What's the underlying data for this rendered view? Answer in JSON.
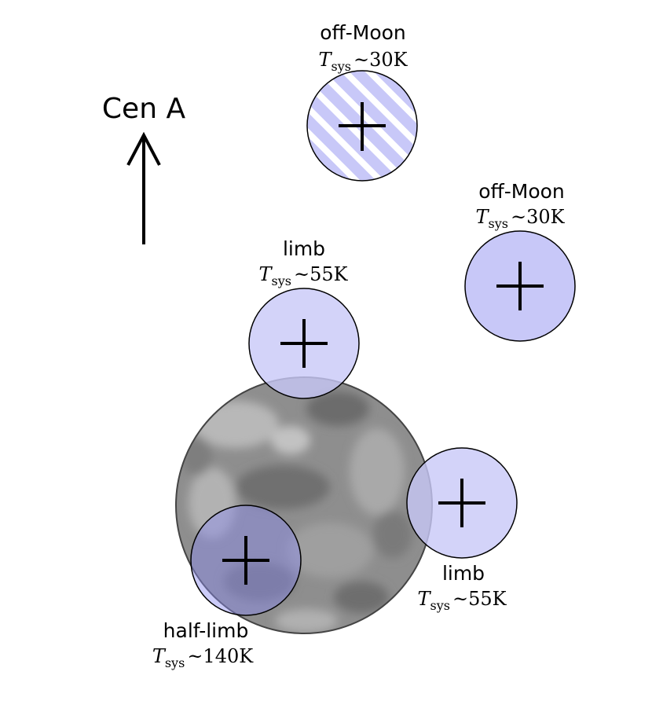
{
  "direction": {
    "label": "Cen A"
  },
  "pointings": [
    {
      "id": "off-moon-hatched",
      "name": "off-Moon",
      "tsys_symbol": "T",
      "tsys_sub": "sys",
      "tsys_value": "~30K"
    },
    {
      "id": "off-moon",
      "name": "off-Moon",
      "tsys_symbol": "T",
      "tsys_sub": "sys",
      "tsys_value": "~30K"
    },
    {
      "id": "limb-top",
      "name": "limb",
      "tsys_symbol": "T",
      "tsys_sub": "sys",
      "tsys_value": "~55K"
    },
    {
      "id": "limb-right",
      "name": "limb",
      "tsys_symbol": "T",
      "tsys_sub": "sys",
      "tsys_value": "~55K"
    },
    {
      "id": "half-limb",
      "name": "half-limb",
      "tsys_symbol": "T",
      "tsys_sub": "sys",
      "tsys_value": "~140K"
    }
  ],
  "colors": {
    "beam_fill": "#c8c8f8",
    "beam_stroke": "#000000",
    "moon_base": "#8e8e8e",
    "moon_light": "#b4b4b4",
    "moon_dark": "#6a6a6a",
    "hatch": "#ffffff"
  }
}
